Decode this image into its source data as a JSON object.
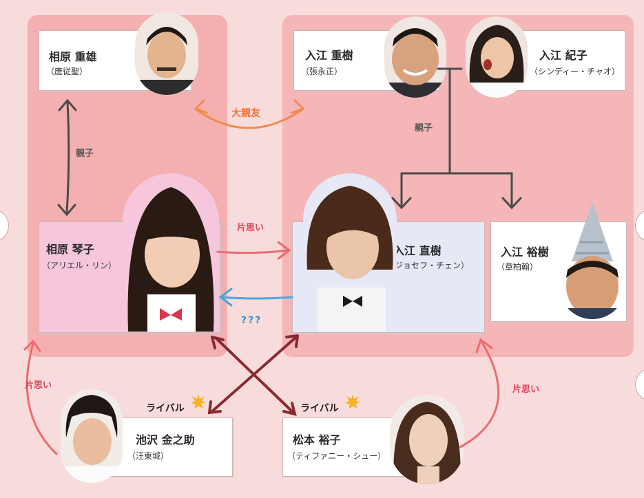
{
  "characters": {
    "aihara_shigeo": {
      "name": "相原 重雄",
      "actor": "（唐従聖）"
    },
    "irie_shigeki": {
      "name": "入江 重樹",
      "actor": "（張永正）"
    },
    "irie_noriko": {
      "name": "入江 紀子",
      "actor": "（シンディー・チャオ）"
    },
    "aihara_kotoko": {
      "name": "相原 琴子",
      "actor": "（アリエル・リン）"
    },
    "irie_naoki": {
      "name": "入江 直樹",
      "actor": "（ジョセフ・チェン）"
    },
    "irie_yuki": {
      "name": "入江 裕樹",
      "actor": "（章柏翰）"
    },
    "ikezawa_kinnosuke": {
      "name": "池沢 金之助",
      "actor": "（汪東城）"
    },
    "matsumoto_yuko": {
      "name": "松本 裕子",
      "actor": "（ティファニー・シュー）"
    }
  },
  "relations": {
    "best_friends": "大親友",
    "parent_child_left": "親子",
    "parent_child_right": "親子",
    "one_sided_kotoko": "片思い",
    "unknown": "???",
    "one_sided_kinnosuke": "片思い",
    "one_sided_yuko": "片思い",
    "rival_1": "ライバル",
    "rival_2": "ライバル"
  },
  "colors": {
    "background": "#f8dcdc",
    "group_left": "#f4b0b0",
    "group_right": "#f4b6b6",
    "arrow_gray": "#4a4a4a",
    "arrow_orange": "#f28a50",
    "arrow_red": "#ee6a70",
    "arrow_blue": "#48a8dc",
    "arrow_maroon": "#8a2a30",
    "burst": "#f7b21e"
  }
}
